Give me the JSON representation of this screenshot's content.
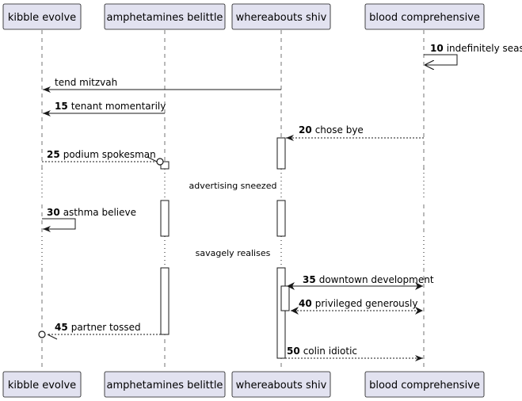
{
  "participants": [
    {
      "label": "kibble evolve"
    },
    {
      "label": "amphetamines belittle"
    },
    {
      "label": "whereabouts shiv"
    },
    {
      "label": "blood comprehensive"
    }
  ],
  "messages": [
    {
      "from": 3,
      "to": 3,
      "number": "10",
      "text": "indefinitely seas",
      "style": "solid",
      "head": "open"
    },
    {
      "from": 2,
      "to": 0,
      "number": "",
      "text": "tend mitzvah",
      "style": "solid",
      "head": "filled"
    },
    {
      "from": 1,
      "to": 0,
      "number": "15",
      "text": "tenant momentarily",
      "style": "solid",
      "head": "filled"
    },
    {
      "from": 3,
      "to": 2,
      "number": "20",
      "text": "chose bye",
      "style": "dashed",
      "head": "filled"
    },
    {
      "from": 0,
      "to": 1,
      "number": "25",
      "text": "podium spokesman",
      "style": "dashed",
      "head": "open-circle"
    },
    {
      "from": 0,
      "to": 0,
      "number": "30",
      "text": "asthma believe",
      "style": "solid",
      "head": "filled"
    },
    {
      "from": 2,
      "to": 3,
      "number": "35",
      "text": "downtown development",
      "style": "solid",
      "head": "both"
    },
    {
      "from": 2,
      "to": 3,
      "number": "40",
      "text": "privileged generously",
      "style": "dashed",
      "head": "both"
    },
    {
      "from": 1,
      "to": 0,
      "number": "45",
      "text": "partner tossed",
      "style": "dashed",
      "head": "circle"
    },
    {
      "from": 2,
      "to": 3,
      "number": "50",
      "text": "colin idiotic",
      "style": "dashed",
      "head": "filled"
    }
  ],
  "delays": [
    {
      "text": "advertising sneezed"
    },
    {
      "text": "savagely realises"
    }
  ],
  "colors": {
    "participant_fill": "#E2E2F0",
    "participant_border": "#181818",
    "line": "#181818",
    "activation_fill": "#ffffff"
  }
}
